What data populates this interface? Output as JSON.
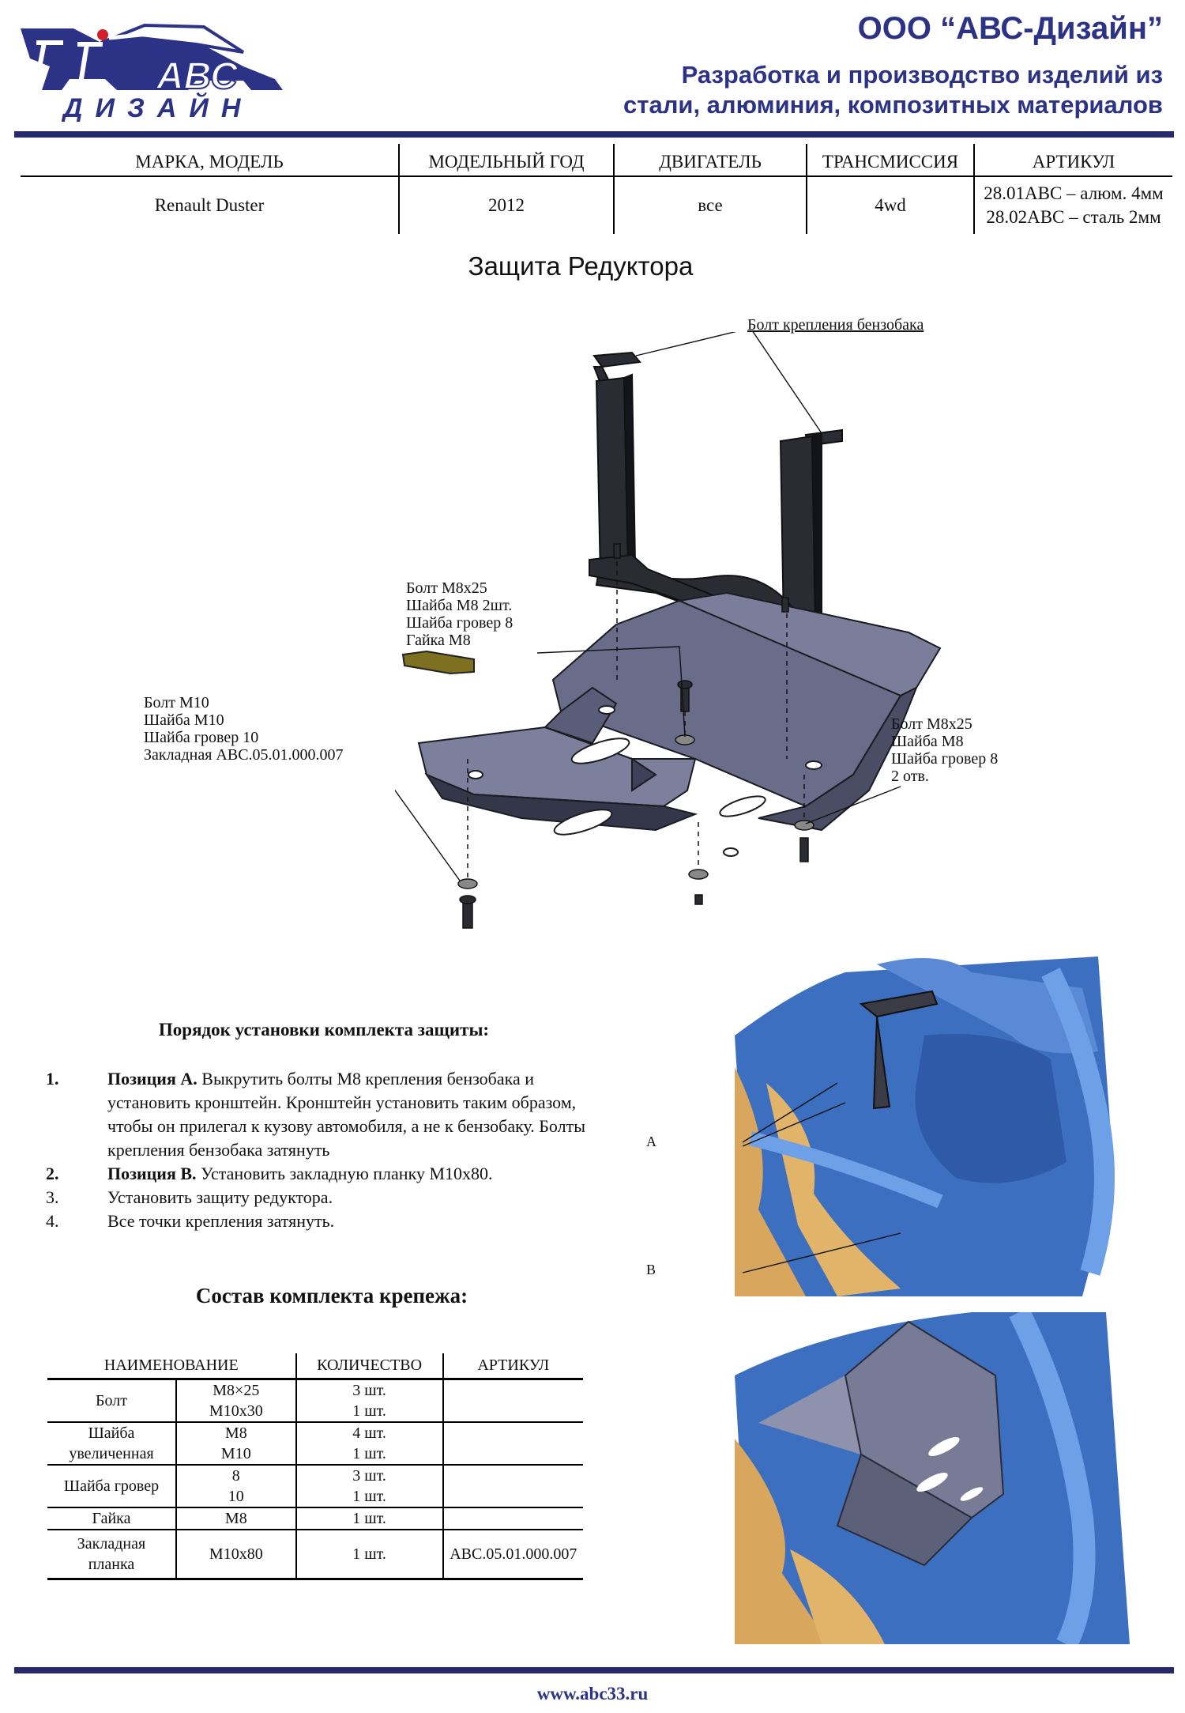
{
  "header": {
    "logo_top": "АВС",
    "logo_bottom": "ДИЗАЙН",
    "company": "ООО “АВС-Дизайн”",
    "tagline_line1": "Разработка и производство изделий из",
    "tagline_line2": "стали, алюминия, композитных материалов"
  },
  "spec_table": {
    "columns": [
      "МАРКА, МОДЕЛЬ",
      "МОДЕЛЬНЫЙ ГОД",
      "ДВИГАТЕЛЬ",
      "ТРАНСМИССИЯ",
      "АРТИКУЛ"
    ],
    "row": {
      "model": "Renault Duster",
      "year": "2012",
      "engine": "все",
      "transmission": "4wd",
      "article_1": "28.01АВС – алюм. 4мм",
      "article_2": "28.02АВС – сталь 2мм"
    }
  },
  "title": "Защита Редуктора",
  "diagram": {
    "label_tank_bolt": "Болт крепления бензобака",
    "label_center": "Болт М8х25\nШайба М8 2шт.\nШайба гровер 8\nГайка М8",
    "label_left": "Болт М10\nШайба М10\nШайба гровер 10\nЗакладная АВС.05.01.000.007",
    "label_right": "Болт М8х25\nШайба М8\nШайба гровер 8\n2 отв."
  },
  "instructions": {
    "heading": "Порядок установки комплекта защиты:",
    "steps": [
      {
        "num": "1.",
        "bold": "Позиция А.",
        "text": " Выкрутить болты М8 крепления бензобака и установить кронштейн. Кронштейн установить таким образом, чтобы он прилегал к кузову автомобиля, а не к бензобаку. Болты крепления бензобака затянуть"
      },
      {
        "num": "2.",
        "bold": "Позиция В.",
        "text": " Установить закладную планку М10х80."
      },
      {
        "num": "3.",
        "bold": "",
        "text": "Установить защиту редуктора."
      },
      {
        "num": "4.",
        "bold": "",
        "text": "Все точки крепления затянуть."
      }
    ]
  },
  "kit": {
    "heading": "Состав комплекта крепежа:",
    "columns": [
      "НАИМЕНОВАНИЕ",
      "КОЛИЧЕСТВО",
      "АРТИКУЛ"
    ],
    "rows": [
      {
        "name": "Болт",
        "sizes": [
          "М8×25",
          "М10х30"
        ],
        "qty": [
          "3 шт.",
          "1 шт."
        ],
        "article": ""
      },
      {
        "name": "Шайба увеличенная",
        "sizes": [
          "М8",
          "М10"
        ],
        "qty": [
          "4 шт.",
          "1 шт."
        ],
        "article": ""
      },
      {
        "name": "Шайба гровер",
        "sizes": [
          "8",
          "10"
        ],
        "qty": [
          "3 шт.",
          "1 шт."
        ],
        "article": ""
      },
      {
        "name": "Гайка",
        "sizes": [
          "М8"
        ],
        "qty": [
          "1 шт."
        ],
        "article": ""
      },
      {
        "name": "Закладная планка",
        "sizes": [
          "М10х80"
        ],
        "qty": [
          "1 шт."
        ],
        "article": "АВС.05.01.000.007"
      }
    ]
  },
  "photo_labels": {
    "a": "A",
    "b": "B"
  },
  "footer": "www.abc33.ru",
  "colors": {
    "brand": "#2c3286",
    "rule": "#27296d",
    "logo_red": "#d41e2a",
    "part": "#646882",
    "scan_blue": "#3c6fc0",
    "scan_tan": "#d8a65c"
  }
}
